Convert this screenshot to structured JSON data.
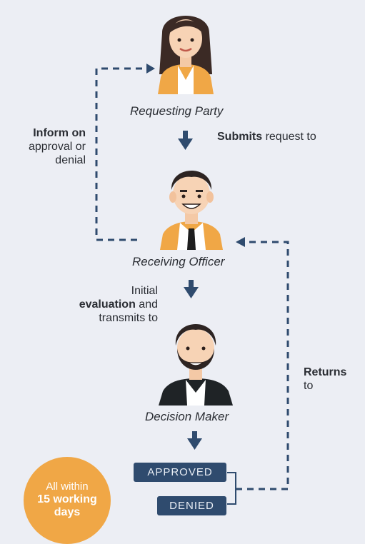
{
  "nodes": {
    "requesting_party": "Requesting Party",
    "receiving_officer": "Receiving Officer",
    "decision_maker": "Decision Maker"
  },
  "steps": {
    "submits_bold": "Submits",
    "submits_rest": " request to",
    "initial": "Initial",
    "evaluation_bold": "evaluation",
    "and": " and",
    "transmits": "transmits to",
    "inform_bold": "Inform on",
    "inform_l2": "approval or",
    "inform_l3": "denial",
    "returns_bold": "Returns",
    "returns_l2": "to"
  },
  "outcomes": {
    "approved": "APPROVED",
    "denied": "DENIED"
  },
  "badge": {
    "line1": "All within",
    "line2": "15 working",
    "line3": "days"
  },
  "colors": {
    "arrow": "#2f4b6e",
    "orange": "#f0a746",
    "background": "#eceef4"
  }
}
